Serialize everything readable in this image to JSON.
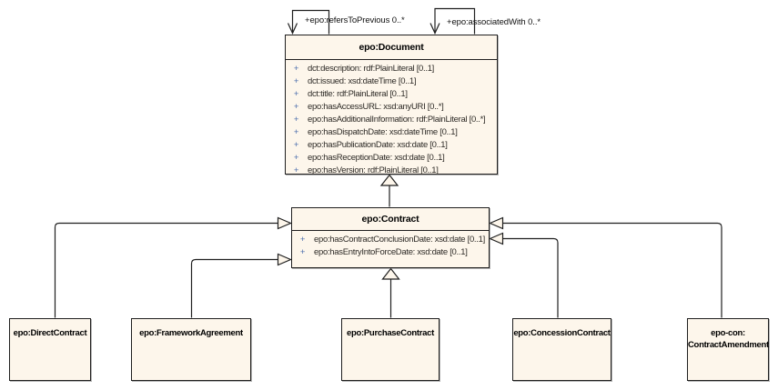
{
  "diagram": {
    "type": "uml-class-diagram",
    "colors": {
      "background": "#ffffff",
      "box_fill": "#fdf6eb",
      "box_border": "#1f1f1f",
      "connector_line": "#1f1f1f",
      "title_text": "#000000",
      "attribute_text": "#2d2a26",
      "visibility_marker": "#4d6fae"
    },
    "classes": {
      "document": {
        "title": "epo:Document",
        "attributes": [
          {
            "visibility": "+",
            "text": "dct:description: rdf:PlainLiteral [0..1]"
          },
          {
            "visibility": "+",
            "text": "dct:issued: xsd:dateTime [0..1]"
          },
          {
            "visibility": "+",
            "text": "dct:title: rdf:PlainLiteral [0..1]"
          },
          {
            "visibility": "+",
            "text": "epo:hasAccessURL: xsd:anyURI [0..*]"
          },
          {
            "visibility": "+",
            "text": "epo:hasAdditionalInformation: rdf:PlainLiteral [0..*]"
          },
          {
            "visibility": "+",
            "text": "epo:hasDispatchDate: xsd:dateTime [0..1]"
          },
          {
            "visibility": "+",
            "text": "epo:hasPublicationDate: xsd:date [0..1]"
          },
          {
            "visibility": "+",
            "text": "epo:hasReceptionDate: xsd:date [0..1]"
          },
          {
            "visibility": "+",
            "text": "epo:hasVersion: rdf:PlainLiteral [0..1]"
          }
        ]
      },
      "contract": {
        "title": "epo:Contract",
        "attributes": [
          {
            "visibility": "+",
            "text": "epo:hasContractConclusionDate: xsd:date [0..1]"
          },
          {
            "visibility": "+",
            "text": "epo:hasEntryIntoForceDate: xsd:date [0..1]"
          }
        ]
      },
      "directContract": {
        "title": "epo:DirectContract"
      },
      "frameworkAgreement": {
        "title": "epo:FrameworkAgreement"
      },
      "purchaseContract": {
        "title": "epo:PurchaseContract"
      },
      "concessionContract": {
        "title": "epo:ConcessionContract"
      },
      "contractAmendment": {
        "title_line1": "epo-con:",
        "title_line2": "ContractAmendment"
      }
    },
    "associations": {
      "refersToPrevious": {
        "label": "+epo:refersToPrevious 0..*",
        "source": "epo:Document",
        "target": "epo:Document"
      },
      "associatedWith": {
        "label": "+epo:associatedWith 0..*",
        "source": "epo:Document",
        "target": "epo:Document"
      }
    },
    "generalizations": [
      {
        "from": "epo:Contract",
        "to": "epo:Document"
      },
      {
        "from": "epo:DirectContract",
        "to": "epo:Contract"
      },
      {
        "from": "epo:FrameworkAgreement",
        "to": "epo:Contract"
      },
      {
        "from": "epo:PurchaseContract",
        "to": "epo:Contract"
      },
      {
        "from": "epo:ConcessionContract",
        "to": "epo:Contract"
      },
      {
        "from": "epo-con:ContractAmendment",
        "to": "epo:Contract"
      }
    ]
  }
}
